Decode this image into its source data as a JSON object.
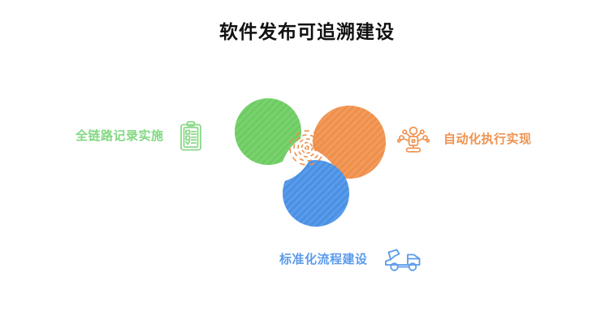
{
  "title": "软件发布可追溯建设",
  "colors": {
    "green": "#6ECB63",
    "orange": "#EE8F4A",
    "blue": "#4A90E2",
    "green_text": "#83d882",
    "orange_text": "#ef9351",
    "blue_text": "#5b9bea",
    "title_text": "#111111",
    "background": "#ffffff",
    "center_spiral": "#ED8F4E"
  },
  "nodes": [
    {
      "id": "left",
      "label": "全链路记录实施",
      "icon": "clipboard-checklist-icon",
      "color": "#83d882",
      "blade_color": "#6ECB63",
      "position": "left"
    },
    {
      "id": "right",
      "label": "自动化执行实现",
      "icon": "robot-automation-icon",
      "color": "#ef9351",
      "blade_color": "#EE8F4A",
      "position": "right"
    },
    {
      "id": "bottom",
      "label": "标准化流程建设",
      "icon": "tow-truck-icon",
      "color": "#5b9bea",
      "blade_color": "#4A90E2",
      "position": "bottom"
    }
  ],
  "center_graphic": {
    "name": "pinwheel-three-blades",
    "blade_count": 3,
    "center_motif": "radial-dashed-spiral"
  }
}
